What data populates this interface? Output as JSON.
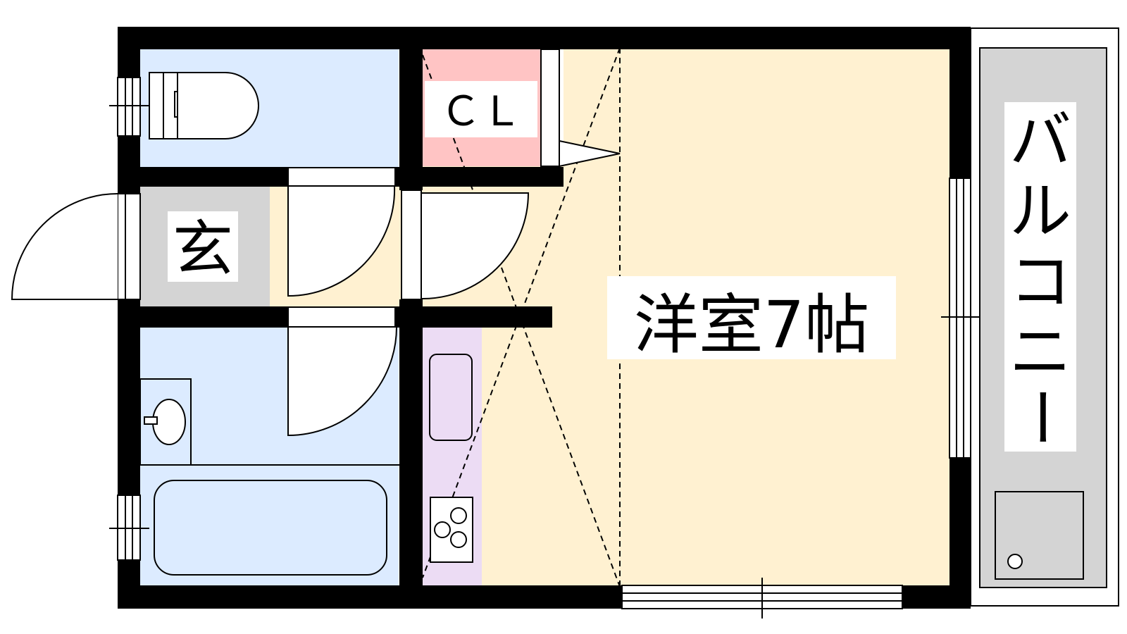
{
  "floor_plan": {
    "rooms": {
      "closet": "ＣＬ",
      "entrance": "玄",
      "western_room": "洋室7帖",
      "balcony": [
        "バ",
        "ル",
        "コ",
        "ニ",
        "ー"
      ]
    },
    "colors": {
      "wall": "#000000",
      "wet_area": "#dcebff",
      "closet": "#ffc4c4",
      "entrance": "#d4d4d4",
      "room": "#fff1d1",
      "kitchen": "#ecdcf4",
      "balcony": "#d4d4d4"
    }
  }
}
